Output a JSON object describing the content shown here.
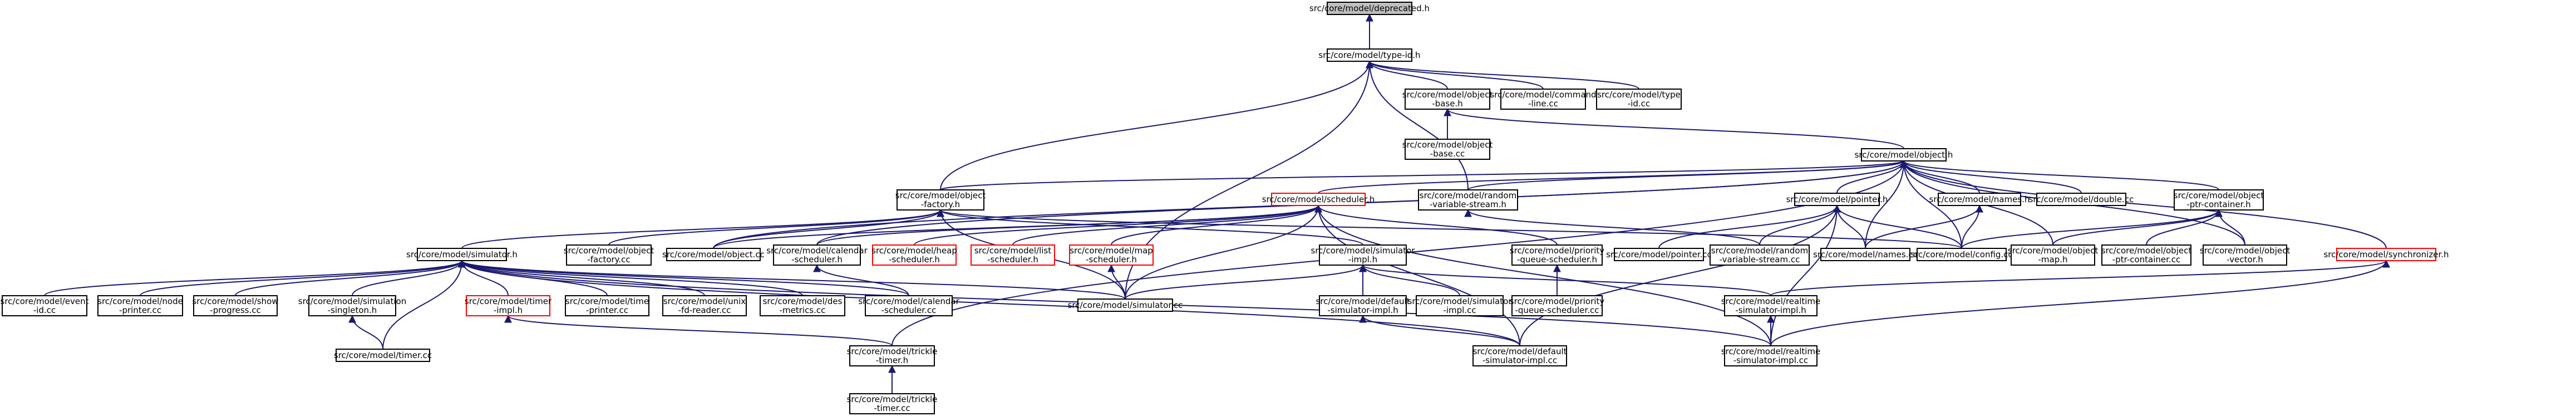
{
  "diagram": {
    "type": "include-dependency-graph",
    "colors": {
      "node_border": "#000000",
      "missing_border": "#ff0000",
      "root_fill": "#bfbfbf",
      "edge": "#191970"
    },
    "nodes": [
      {
        "id": "deprecated_h",
        "lines": [
          "src/core/model/deprecated.h"
        ],
        "style": "root"
      },
      {
        "id": "type_id_h",
        "lines": [
          "src/core/model/type-id.h"
        ]
      },
      {
        "id": "object_base_h",
        "lines": [
          "src/core/model/object",
          "-base.h"
        ]
      },
      {
        "id": "command_line_cc",
        "lines": [
          "src/core/model/command",
          "-line.cc"
        ]
      },
      {
        "id": "type_id_cc",
        "lines": [
          "src/core/model/type",
          "-id.cc"
        ]
      },
      {
        "id": "object_base_cc",
        "lines": [
          "src/core/model/object",
          "-base.cc"
        ]
      },
      {
        "id": "object_h",
        "lines": [
          "src/core/model/object.h"
        ]
      },
      {
        "id": "object_factory_h",
        "lines": [
          "src/core/model/object",
          "-factory.h"
        ]
      },
      {
        "id": "scheduler_h",
        "lines": [
          "src/core/model/scheduler.h"
        ],
        "style": "missing"
      },
      {
        "id": "random_variable_stream_h",
        "lines": [
          "src/core/model/random",
          "-variable-stream.h"
        ]
      },
      {
        "id": "pointer_h",
        "lines": [
          "src/core/model/pointer.h"
        ]
      },
      {
        "id": "names_h",
        "lines": [
          "src/core/model/names.h"
        ]
      },
      {
        "id": "double_cc",
        "lines": [
          "src/core/model/double.cc"
        ]
      },
      {
        "id": "object_ptr_container_h",
        "lines": [
          "src/core/model/object",
          "-ptr-container.h"
        ]
      },
      {
        "id": "simulator_h",
        "lines": [
          "src/core/model/simulator.h"
        ]
      },
      {
        "id": "object_factory_cc",
        "lines": [
          "src/core/model/object",
          "-factory.cc"
        ]
      },
      {
        "id": "object_cc",
        "lines": [
          "src/core/model/object.cc"
        ]
      },
      {
        "id": "calendar_scheduler_h",
        "lines": [
          "src/core/model/calendar",
          "-scheduler.h"
        ]
      },
      {
        "id": "heap_scheduler_h",
        "lines": [
          "src/core/model/heap",
          "-scheduler.h"
        ],
        "style": "missing"
      },
      {
        "id": "list_scheduler_h",
        "lines": [
          "src/core/model/list",
          "-scheduler.h"
        ],
        "style": "missing"
      },
      {
        "id": "map_scheduler_h",
        "lines": [
          "src/core/model/map",
          "-scheduler.h"
        ],
        "style": "missing"
      },
      {
        "id": "simulator_impl_h",
        "lines": [
          "src/core/model/simulator",
          "-impl.h"
        ]
      },
      {
        "id": "priority_queue_scheduler_h",
        "lines": [
          "src/core/model/priority",
          "-queue-scheduler.h"
        ]
      },
      {
        "id": "pointer_cc",
        "lines": [
          "src/core/model/pointer.cc"
        ]
      },
      {
        "id": "random_variable_stream_cc",
        "lines": [
          "src/core/model/random",
          "-variable-stream.cc"
        ]
      },
      {
        "id": "names_cc",
        "lines": [
          "src/core/model/names.cc"
        ]
      },
      {
        "id": "config_cc",
        "lines": [
          "src/core/model/config.cc"
        ]
      },
      {
        "id": "object_map_h",
        "lines": [
          "src/core/model/object",
          "-map.h"
        ]
      },
      {
        "id": "object_ptr_container_cc",
        "lines": [
          "src/core/model/object",
          "-ptr-container.cc"
        ]
      },
      {
        "id": "object_vector_h",
        "lines": [
          "src/core/model/object",
          "-vector.h"
        ]
      },
      {
        "id": "synchronizer_h",
        "lines": [
          "src/core/model/synchronizer.h"
        ],
        "style": "missing"
      },
      {
        "id": "event_id_cc",
        "lines": [
          "src/core/model/event",
          "-id.cc"
        ]
      },
      {
        "id": "node_printer_cc",
        "lines": [
          "src/core/model/node",
          "-printer.cc"
        ]
      },
      {
        "id": "show_progress_cc",
        "lines": [
          "src/core/model/show",
          "-progress.cc"
        ]
      },
      {
        "id": "simulation_singleton_h",
        "lines": [
          "src/core/model/simulation",
          "-singleton.h"
        ]
      },
      {
        "id": "timer_impl_h",
        "lines": [
          "src/core/model/timer",
          "-impl.h"
        ],
        "style": "missing"
      },
      {
        "id": "time_printer_cc",
        "lines": [
          "src/core/model/time",
          "-printer.cc"
        ]
      },
      {
        "id": "unix_fd_reader_cc",
        "lines": [
          "src/core/model/unix",
          "-fd-reader.cc"
        ]
      },
      {
        "id": "des_metrics_cc",
        "lines": [
          "src/core/model/des",
          "-metrics.cc"
        ]
      },
      {
        "id": "calendar_scheduler_cc",
        "lines": [
          "src/core/model/calendar",
          "-scheduler.cc"
        ]
      },
      {
        "id": "simulator_cc",
        "lines": [
          "src/core/model/simulator.cc"
        ]
      },
      {
        "id": "default_simulator_impl_h",
        "lines": [
          "src/core/model/default",
          "-simulator-impl.h"
        ]
      },
      {
        "id": "simulator_impl_cc",
        "lines": [
          "src/core/model/simulator",
          "-impl.cc"
        ]
      },
      {
        "id": "priority_queue_scheduler_cc",
        "lines": [
          "src/core/model/priority",
          "-queue-scheduler.cc"
        ]
      },
      {
        "id": "realtime_simulator_impl_h",
        "lines": [
          "src/core/model/realtime",
          "-simulator-impl.h"
        ]
      },
      {
        "id": "timer_cc",
        "lines": [
          "src/core/model/timer.cc"
        ]
      },
      {
        "id": "trickle_timer_h",
        "lines": [
          "src/core/model/trickle",
          "-timer.h"
        ]
      },
      {
        "id": "default_simulator_impl_cc",
        "lines": [
          "src/core/model/default",
          "-simulator-impl.cc"
        ]
      },
      {
        "id": "realtime_simulator_impl_cc",
        "lines": [
          "src/core/model/realtime",
          "-simulator-impl.cc"
        ]
      },
      {
        "id": "trickle_timer_cc",
        "lines": [
          "src/core/model/trickle",
          "-timer.cc"
        ]
      }
    ],
    "edges": [
      [
        "deprecated_h",
        "type_id_h"
      ],
      [
        "type_id_h",
        "object_base_h"
      ],
      [
        "type_id_h",
        "command_line_cc"
      ],
      [
        "type_id_h",
        "type_id_cc"
      ],
      [
        "type_id_h",
        "object_factory_h"
      ],
      [
        "type_id_h",
        "random_variable_stream_h"
      ],
      [
        "type_id_h",
        "simulator_cc"
      ],
      [
        "object_base_h",
        "object_base_cc"
      ],
      [
        "object_base_h",
        "object_h"
      ],
      [
        "object_h",
        "object_factory_h"
      ],
      [
        "object_h",
        "scheduler_h"
      ],
      [
        "object_h",
        "random_variable_stream_h"
      ],
      [
        "object_h",
        "pointer_h"
      ],
      [
        "object_h",
        "names_h"
      ],
      [
        "object_h",
        "double_cc"
      ],
      [
        "object_h",
        "object_ptr_container_h"
      ],
      [
        "object_h",
        "object_map_h"
      ],
      [
        "object_h",
        "object_vector_h"
      ],
      [
        "object_h",
        "synchronizer_h"
      ],
      [
        "object_h",
        "config_cc"
      ],
      [
        "object_h",
        "object_cc"
      ],
      [
        "object_h",
        "calendar_scheduler_h"
      ],
      [
        "object_h",
        "trickle_timer_h"
      ],
      [
        "object_h",
        "names_cc"
      ],
      [
        "object_factory_h",
        "object_factory_cc"
      ],
      [
        "object_factory_h",
        "object_cc"
      ],
      [
        "object_factory_h",
        "simulator_h"
      ],
      [
        "object_factory_h",
        "simulator_impl_h"
      ],
      [
        "object_factory_h",
        "simulator_cc"
      ],
      [
        "object_factory_h",
        "config_cc"
      ],
      [
        "scheduler_h",
        "calendar_scheduler_h"
      ],
      [
        "scheduler_h",
        "heap_scheduler_h"
      ],
      [
        "scheduler_h",
        "list_scheduler_h"
      ],
      [
        "scheduler_h",
        "map_scheduler_h"
      ],
      [
        "scheduler_h",
        "priority_queue_scheduler_h"
      ],
      [
        "scheduler_h",
        "simulator_cc"
      ],
      [
        "scheduler_h",
        "default_simulator_impl_cc"
      ],
      [
        "scheduler_h",
        "realtime_simulator_impl_cc"
      ],
      [
        "scheduler_h",
        "object_cc"
      ],
      [
        "random_variable_stream_h",
        "random_variable_stream_cc"
      ],
      [
        "pointer_h",
        "pointer_cc"
      ],
      [
        "pointer_h",
        "random_variable_stream_cc"
      ],
      [
        "pointer_h",
        "names_cc"
      ],
      [
        "pointer_h",
        "config_cc"
      ],
      [
        "pointer_h",
        "default_simulator_impl_cc"
      ],
      [
        "pointer_h",
        "realtime_simulator_impl_cc"
      ],
      [
        "names_h",
        "names_cc"
      ],
      [
        "names_h",
        "config_cc"
      ],
      [
        "object_ptr_container_h",
        "config_cc"
      ],
      [
        "object_ptr_container_h",
        "object_map_h"
      ],
      [
        "object_ptr_container_h",
        "object_ptr_container_cc"
      ],
      [
        "object_ptr_container_h",
        "object_vector_h"
      ],
      [
        "synchronizer_h",
        "realtime_simulator_impl_h"
      ],
      [
        "synchronizer_h",
        "realtime_simulator_impl_cc"
      ],
      [
        "simulator_h",
        "event_id_cc"
      ],
      [
        "simulator_h",
        "node_printer_cc"
      ],
      [
        "simulator_h",
        "show_progress_cc"
      ],
      [
        "simulator_h",
        "simulation_singleton_h"
      ],
      [
        "simulator_h",
        "timer_impl_h"
      ],
      [
        "simulator_h",
        "time_printer_cc"
      ],
      [
        "simulator_h",
        "unix_fd_reader_cc"
      ],
      [
        "simulator_h",
        "des_metrics_cc"
      ],
      [
        "simulator_h",
        "calendar_scheduler_cc"
      ],
      [
        "simulator_h",
        "simulator_cc"
      ],
      [
        "simulator_h",
        "timer_cc"
      ],
      [
        "simulator_h",
        "default_simulator_impl_cc"
      ],
      [
        "simulator_h",
        "realtime_simulator_impl_cc"
      ],
      [
        "simulation_singleton_h",
        "timer_cc"
      ],
      [
        "timer_impl_h",
        "trickle_timer_h"
      ],
      [
        "calendar_scheduler_h",
        "calendar_scheduler_cc"
      ],
      [
        "map_scheduler_h",
        "simulator_cc"
      ],
      [
        "simulator_impl_h",
        "default_simulator_impl_h"
      ],
      [
        "simulator_impl_h",
        "simulator_impl_cc"
      ],
      [
        "simulator_impl_h",
        "realtime_simulator_impl_h"
      ],
      [
        "simulator_impl_h",
        "simulator_cc"
      ],
      [
        "priority_queue_scheduler_h",
        "priority_queue_scheduler_cc"
      ],
      [
        "default_simulator_impl_h",
        "default_simulator_impl_cc"
      ],
      [
        "realtime_simulator_impl_h",
        "realtime_simulator_impl_cc"
      ],
      [
        "trickle_timer_h",
        "trickle_timer_cc"
      ]
    ]
  }
}
